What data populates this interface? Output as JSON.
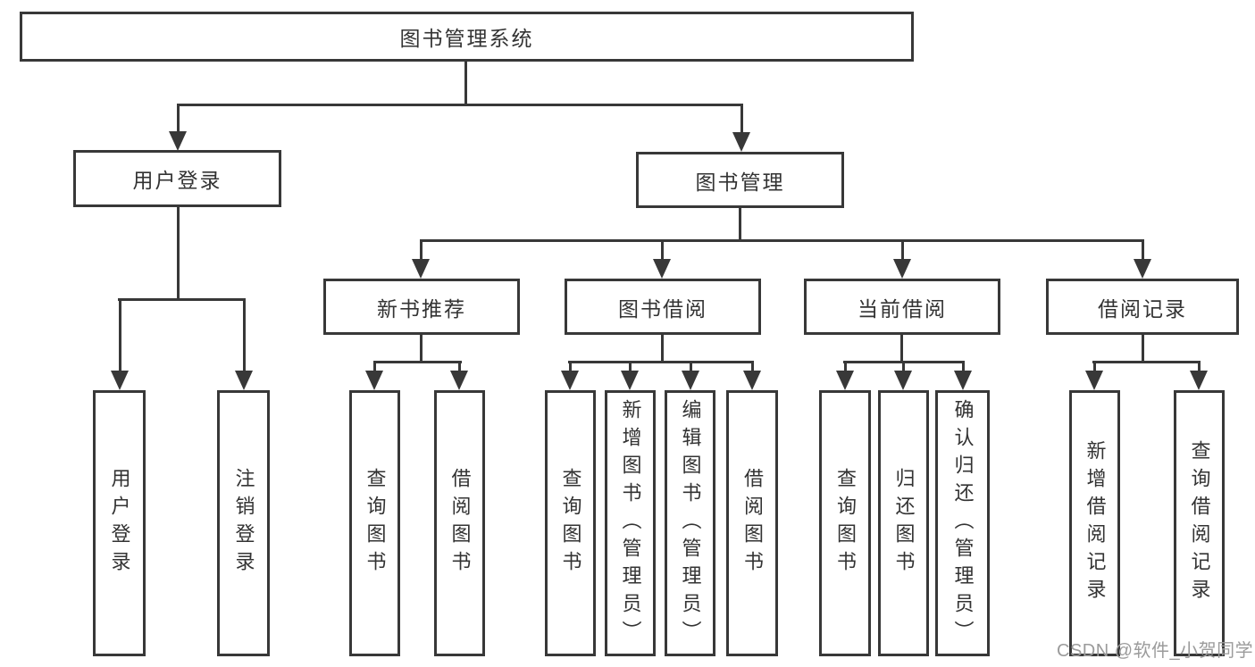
{
  "title": "图书管理系统",
  "nodes": {
    "root": {
      "label": "图书管理系统"
    },
    "user_login": {
      "label": "用户登录"
    },
    "book_management": {
      "label": "图书管理"
    },
    "leaf_user_login": {
      "label": "用户登录"
    },
    "leaf_logout": {
      "label": "注销登录"
    },
    "new_book_recommend": {
      "label": "新书推荐"
    },
    "book_borrow": {
      "label": "图书借阅"
    },
    "current_borrow": {
      "label": "当前借阅"
    },
    "borrow_records": {
      "label": "借阅记录"
    },
    "nbr_query_book": {
      "label": "查询图书"
    },
    "nbr_borrow_book": {
      "label": "借阅图书"
    },
    "bb_query_book": {
      "label": "查询图书"
    },
    "bb_add_book_admin": {
      "label": "新增图书（管理员）"
    },
    "bb_edit_book_admin": {
      "label": "编辑图书（管理员）"
    },
    "bb_borrow_book": {
      "label": "借阅图书"
    },
    "cb_query_book": {
      "label": "查询图书"
    },
    "cb_return_book": {
      "label": "归还图书"
    },
    "cb_confirm_return_admin": {
      "label": "确认归还（管理员）"
    },
    "br_add_record": {
      "label": "新增借阅记录"
    },
    "br_query_record": {
      "label": "查询借阅记录"
    }
  },
  "watermark": {
    "text": "CSDN @软件_小贺同学"
  },
  "colors": {
    "line": "#383838",
    "text": "#333333",
    "background": "#ffffff",
    "watermark": "#9b9b9b"
  }
}
